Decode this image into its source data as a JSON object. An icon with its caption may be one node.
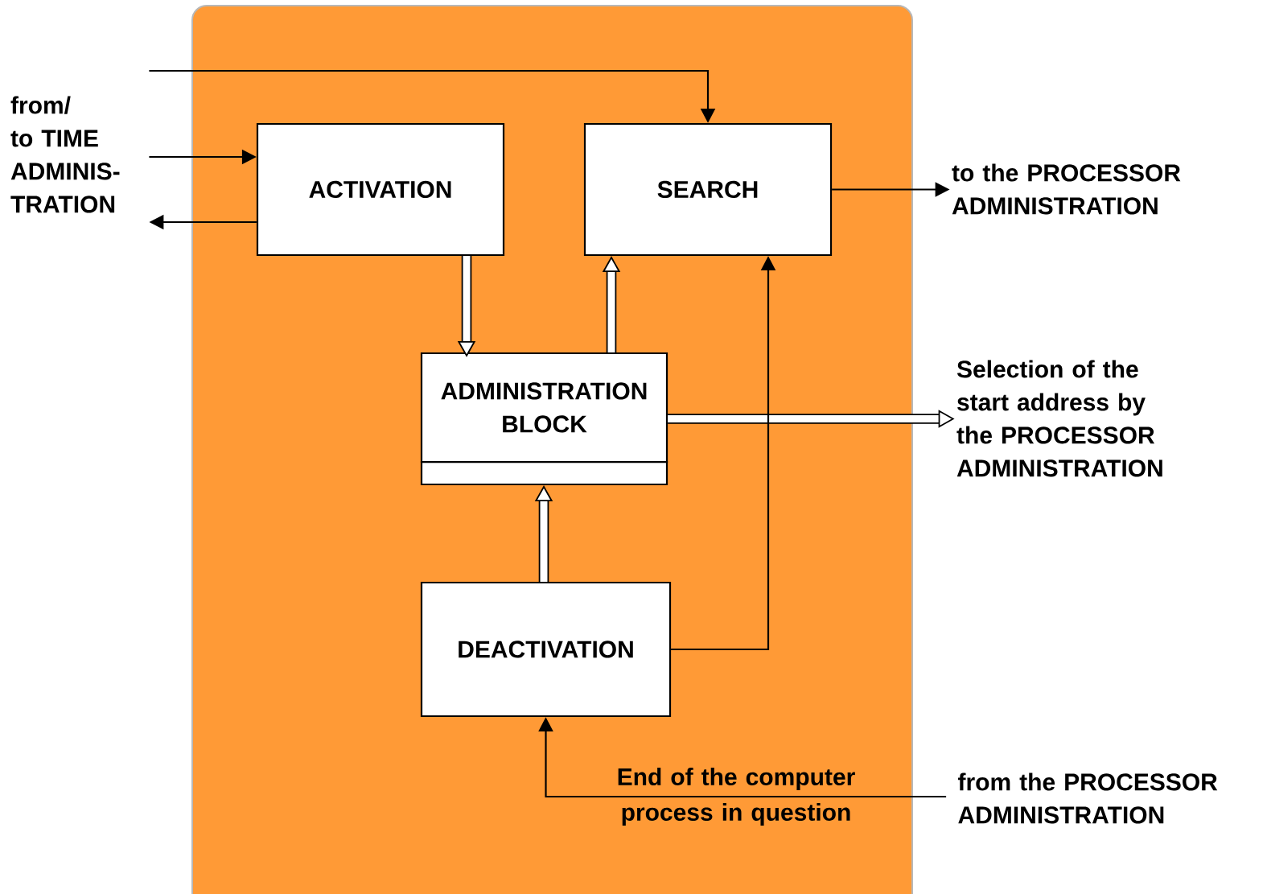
{
  "diagram": {
    "nodes": [
      {
        "text": [
          "from/ to TIME ADMINIS- TRATION"
        ]
      },
      {
        "text": [
          "ACTIVATION"
        ]
      },
      {
        "text": [
          "SEARCH"
        ]
      },
      {
        "text": [
          "to the PROCESSOR ADMINISTRATION"
        ]
      },
      {
        "text": [
          "ADMINISTRATION BLOCK"
        ]
      },
      {
        "text": [
          "Selection of the start address by the PROCESSOR ADMINISTRATION"
        ]
      },
      {
        "text": [
          "DEACTIVATION"
        ]
      },
      {
        "text": [
          "from the PROCESSOR ADMINISTRATION"
        ]
      }
    ],
    "edges": [
      {
        "from": 0,
        "to": 2,
        "arrow": "to"
      },
      {
        "from": 0,
        "to": 1,
        "arrow": "to"
      },
      {
        "from": 1,
        "to": 0,
        "arrow": "to"
      },
      {
        "from": 2,
        "to": 3,
        "arrow": "to"
      },
      {
        "from": 1,
        "to": 4,
        "arrow": "to",
        "style": "thick"
      },
      {
        "from": 4,
        "to": 2,
        "arrow": "to",
        "style": "thick"
      },
      {
        "from": 4,
        "to": 5,
        "arrow": "to",
        "style": "thick"
      },
      {
        "from": 6,
        "to": 4,
        "arrow": "to",
        "style": "thick"
      },
      {
        "from": 6,
        "to": 2,
        "arrow": "to"
      },
      {
        "from": 7,
        "to": 6,
        "arrow": "to",
        "label": "End of the computer process in question"
      }
    ]
  }
}
